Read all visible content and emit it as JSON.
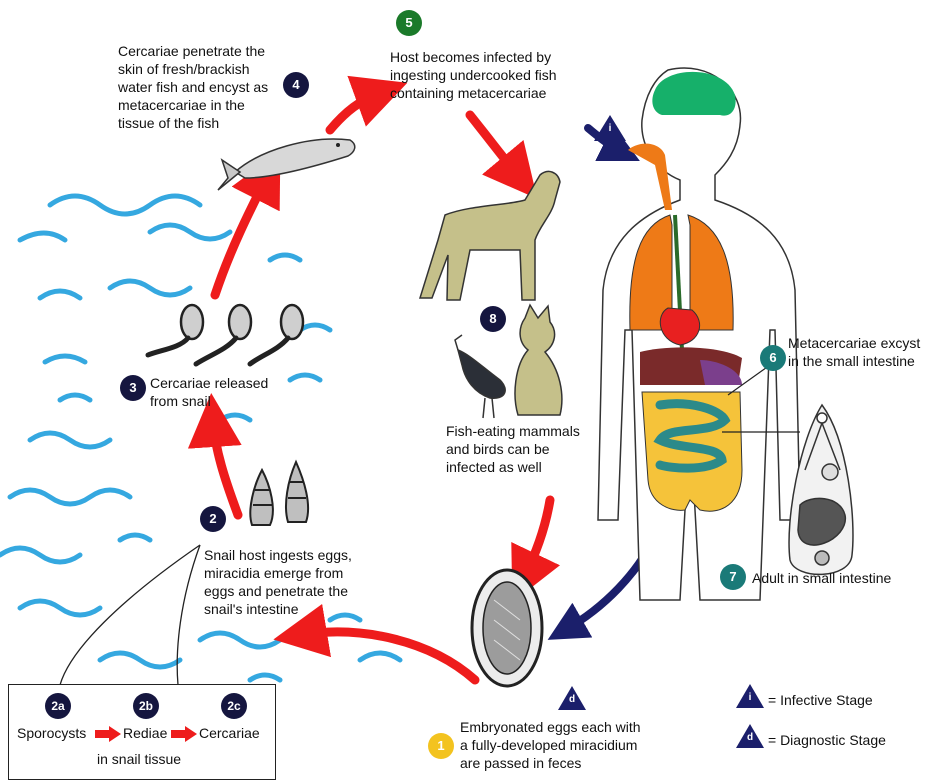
{
  "stages": {
    "s1": {
      "badge": "1",
      "text": "Embryonated eggs each with\na fully-developed miracidium\nare passed in feces"
    },
    "s2": {
      "badge": "2",
      "text": "Snail host ingests eggs,\nmiracidia emerge from\neggs and penetrate the\nsnail's intestine"
    },
    "s3": {
      "badge": "3",
      "text": "Cercariae released\nfrom snail"
    },
    "s4": {
      "badge": "4",
      "text": "Cercariae penetrate the\nskin of fresh/brackish\nwater fish and encyst as\nmetacercariae in the\ntissue of the fish"
    },
    "s5": {
      "badge": "5",
      "text": "Host becomes infected by\ningesting undercooked fish\ncontaining metacercariae"
    },
    "s6": {
      "badge": "6",
      "text": "Metacercariae excyst\nin the small intestine"
    },
    "s7": {
      "badge": "7",
      "text": "Adult in small intestine"
    },
    "s8": {
      "badge": "8",
      "text": "Fish-eating mammals\nand birds can be\ninfected as well"
    }
  },
  "snail_box": {
    "items": [
      {
        "badge": "2a",
        "label": "Sporocysts"
      },
      {
        "badge": "2b",
        "label": "Rediae"
      },
      {
        "badge": "2c",
        "label": "Cercariae"
      }
    ],
    "caption": "in snail tissue"
  },
  "legend": {
    "infective": {
      "symbol": "i",
      "label": "= Infective Stage"
    },
    "diagnostic": {
      "symbol": "d",
      "label": "= Diagnostic Stage"
    }
  },
  "colors": {
    "transmission_arrow": "#ee1c1c",
    "diagnostic_arrow": "#1b1f6b",
    "water": "#35a8e0",
    "dark_badge": "#15163f",
    "green_badge": "#1b7a2a",
    "teal_badge": "#1a7a78",
    "yellow_badge": "#f3c31f"
  }
}
